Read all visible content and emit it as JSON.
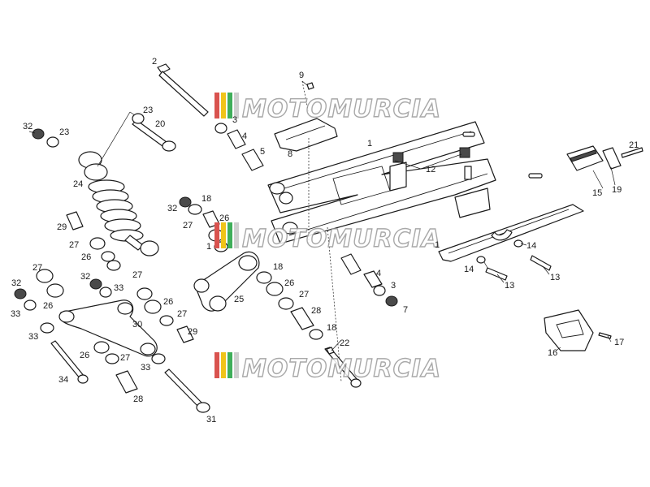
{
  "watermark": {
    "text": "MOTOMURCIA",
    "colors": [
      "#d9534f",
      "#f0c419",
      "#3fae5a",
      "#cfcfcf"
    ]
  },
  "callouts": [
    {
      "id": "c2",
      "text": "2"
    },
    {
      "id": "c9",
      "text": "9"
    },
    {
      "id": "c32a",
      "text": "32"
    },
    {
      "id": "c23a",
      "text": "23"
    },
    {
      "id": "c23b",
      "text": "23"
    },
    {
      "id": "c20",
      "text": "20"
    },
    {
      "id": "c3a",
      "text": "3"
    },
    {
      "id": "c4a",
      "text": "4"
    },
    {
      "id": "c5",
      "text": "5"
    },
    {
      "id": "c1a",
      "text": "1"
    },
    {
      "id": "c8",
      "text": "8"
    },
    {
      "id": "c12",
      "text": "12"
    },
    {
      "id": "c21",
      "text": "21"
    },
    {
      "id": "c24",
      "text": "24"
    },
    {
      "id": "c15",
      "text": "15"
    },
    {
      "id": "c19",
      "text": "19"
    },
    {
      "id": "c18a",
      "text": "18"
    },
    {
      "id": "c32b",
      "text": "32"
    },
    {
      "id": "c27a",
      "text": "27"
    },
    {
      "id": "c26a",
      "text": "26"
    },
    {
      "id": "c29a",
      "text": "29"
    },
    {
      "id": "c27b",
      "text": "27"
    },
    {
      "id": "c26b",
      "text": "26"
    },
    {
      "id": "c1b",
      "text": "1"
    },
    {
      "id": "c1c",
      "text": "1"
    },
    {
      "id": "c14a",
      "text": "14"
    },
    {
      "id": "c14b",
      "text": "14"
    },
    {
      "id": "c27c",
      "text": "27"
    },
    {
      "id": "c27d",
      "text": "27"
    },
    {
      "id": "c18b",
      "text": "18"
    },
    {
      "id": "c13a",
      "text": "13"
    },
    {
      "id": "c13b",
      "text": "13"
    },
    {
      "id": "c4b",
      "text": "4"
    },
    {
      "id": "c32c",
      "text": "32"
    },
    {
      "id": "c33a",
      "text": "33"
    },
    {
      "id": "c26c",
      "text": "26"
    },
    {
      "id": "c3b",
      "text": "3"
    },
    {
      "id": "c32d",
      "text": "32"
    },
    {
      "id": "c33b",
      "text": "33"
    },
    {
      "id": "c26d",
      "text": "26"
    },
    {
      "id": "c26e",
      "text": "26"
    },
    {
      "id": "c27e",
      "text": "27"
    },
    {
      "id": "c7",
      "text": "7"
    },
    {
      "id": "c25",
      "text": "25"
    },
    {
      "id": "c28a",
      "text": "28"
    },
    {
      "id": "c27f",
      "text": "27"
    },
    {
      "id": "c33c",
      "text": "33"
    },
    {
      "id": "c30",
      "text": "30"
    },
    {
      "id": "c29b",
      "text": "29"
    },
    {
      "id": "c18c",
      "text": "18"
    },
    {
      "id": "c22",
      "text": "22"
    },
    {
      "id": "c17",
      "text": "17"
    },
    {
      "id": "c26f",
      "text": "26"
    },
    {
      "id": "c27g",
      "text": "27"
    },
    {
      "id": "c16",
      "text": "16"
    },
    {
      "id": "c33d",
      "text": "33"
    },
    {
      "id": "c34",
      "text": "34"
    },
    {
      "id": "c28b",
      "text": "28"
    },
    {
      "id": "c31",
      "text": "31"
    }
  ]
}
